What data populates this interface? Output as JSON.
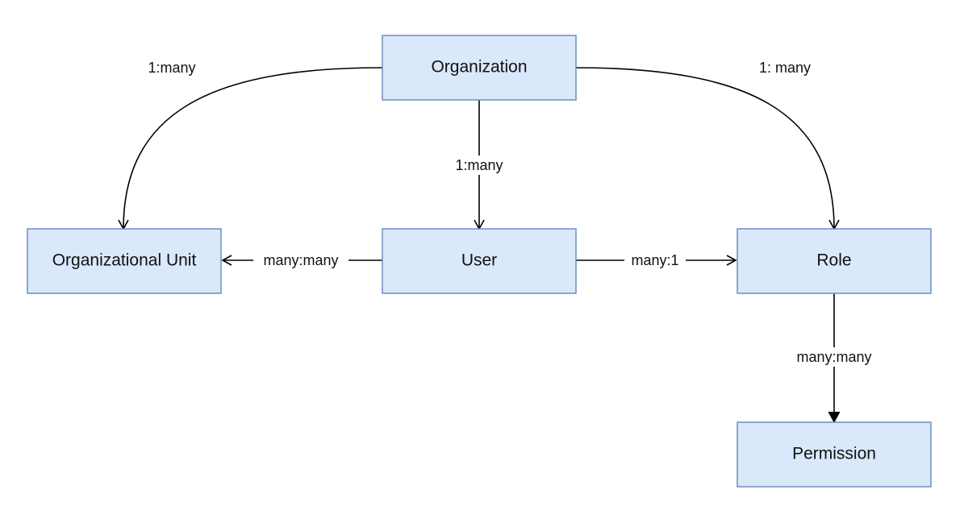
{
  "nodes": {
    "organization": "Organization",
    "organizational_unit": "Organizational Unit",
    "user": "User",
    "role": "Role",
    "permission": "Permission"
  },
  "edges": {
    "org_to_unit": "1:many",
    "org_to_role": "1: many",
    "org_to_user": "1:many",
    "user_to_unit": "many:many",
    "user_to_role": "many:1",
    "role_to_permission": "many:many"
  },
  "colors": {
    "node_fill": "#dae8fc",
    "node_stroke": "#6c8ebf",
    "edge": "#000000"
  }
}
